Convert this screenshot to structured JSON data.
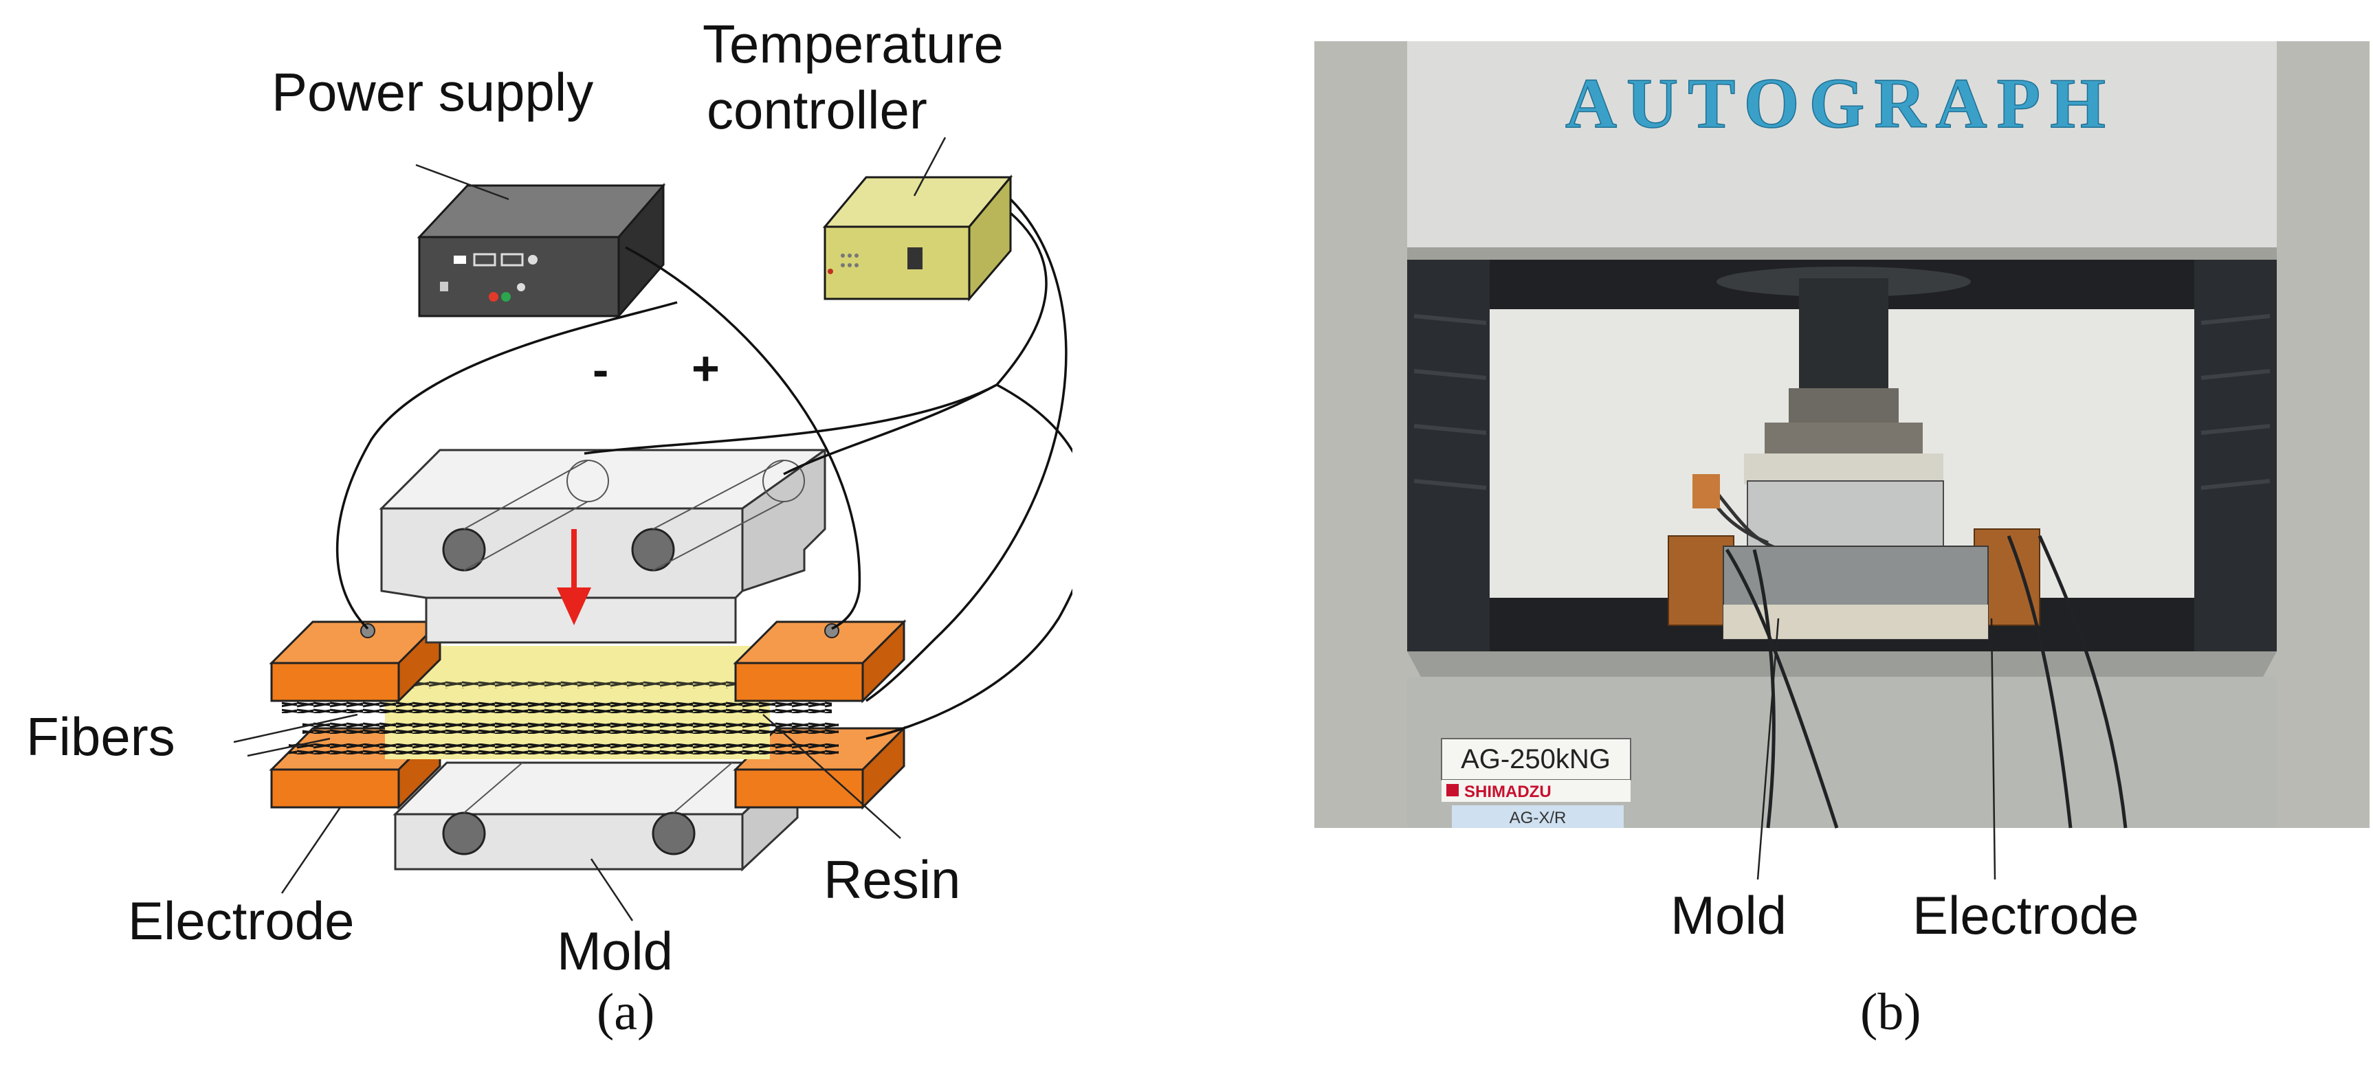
{
  "panel_a": {
    "labels": {
      "power_supply": "Power supply",
      "temperature_controller_line1": "Temperature",
      "temperature_controller_line2": "controller",
      "minus": "-",
      "plus": "+",
      "fibers": "Fibers",
      "resin": "Resin",
      "electrode": "Electrode",
      "mold": "Mold"
    },
    "caption": "(a)"
  },
  "panel_b": {
    "machine_brand": "AUTOGRAPH",
    "machine_model": "AG-250kNG",
    "machine_maker": "SHIMADZU",
    "machine_series": "AG-X/R",
    "labels": {
      "mold": "Mold",
      "electrode": "Electrode"
    },
    "caption": "(b)"
  },
  "colors": {
    "electrode_orange": "#f07b1a",
    "mold_gray": "#e4e4e4",
    "resin_yellow": "#f3ec9c",
    "power_supply_dark": "#4a4a4a",
    "controller_khaki": "#d6d375",
    "arrow_red": "#e8231c",
    "brand_blue": "#3aa0c8"
  }
}
